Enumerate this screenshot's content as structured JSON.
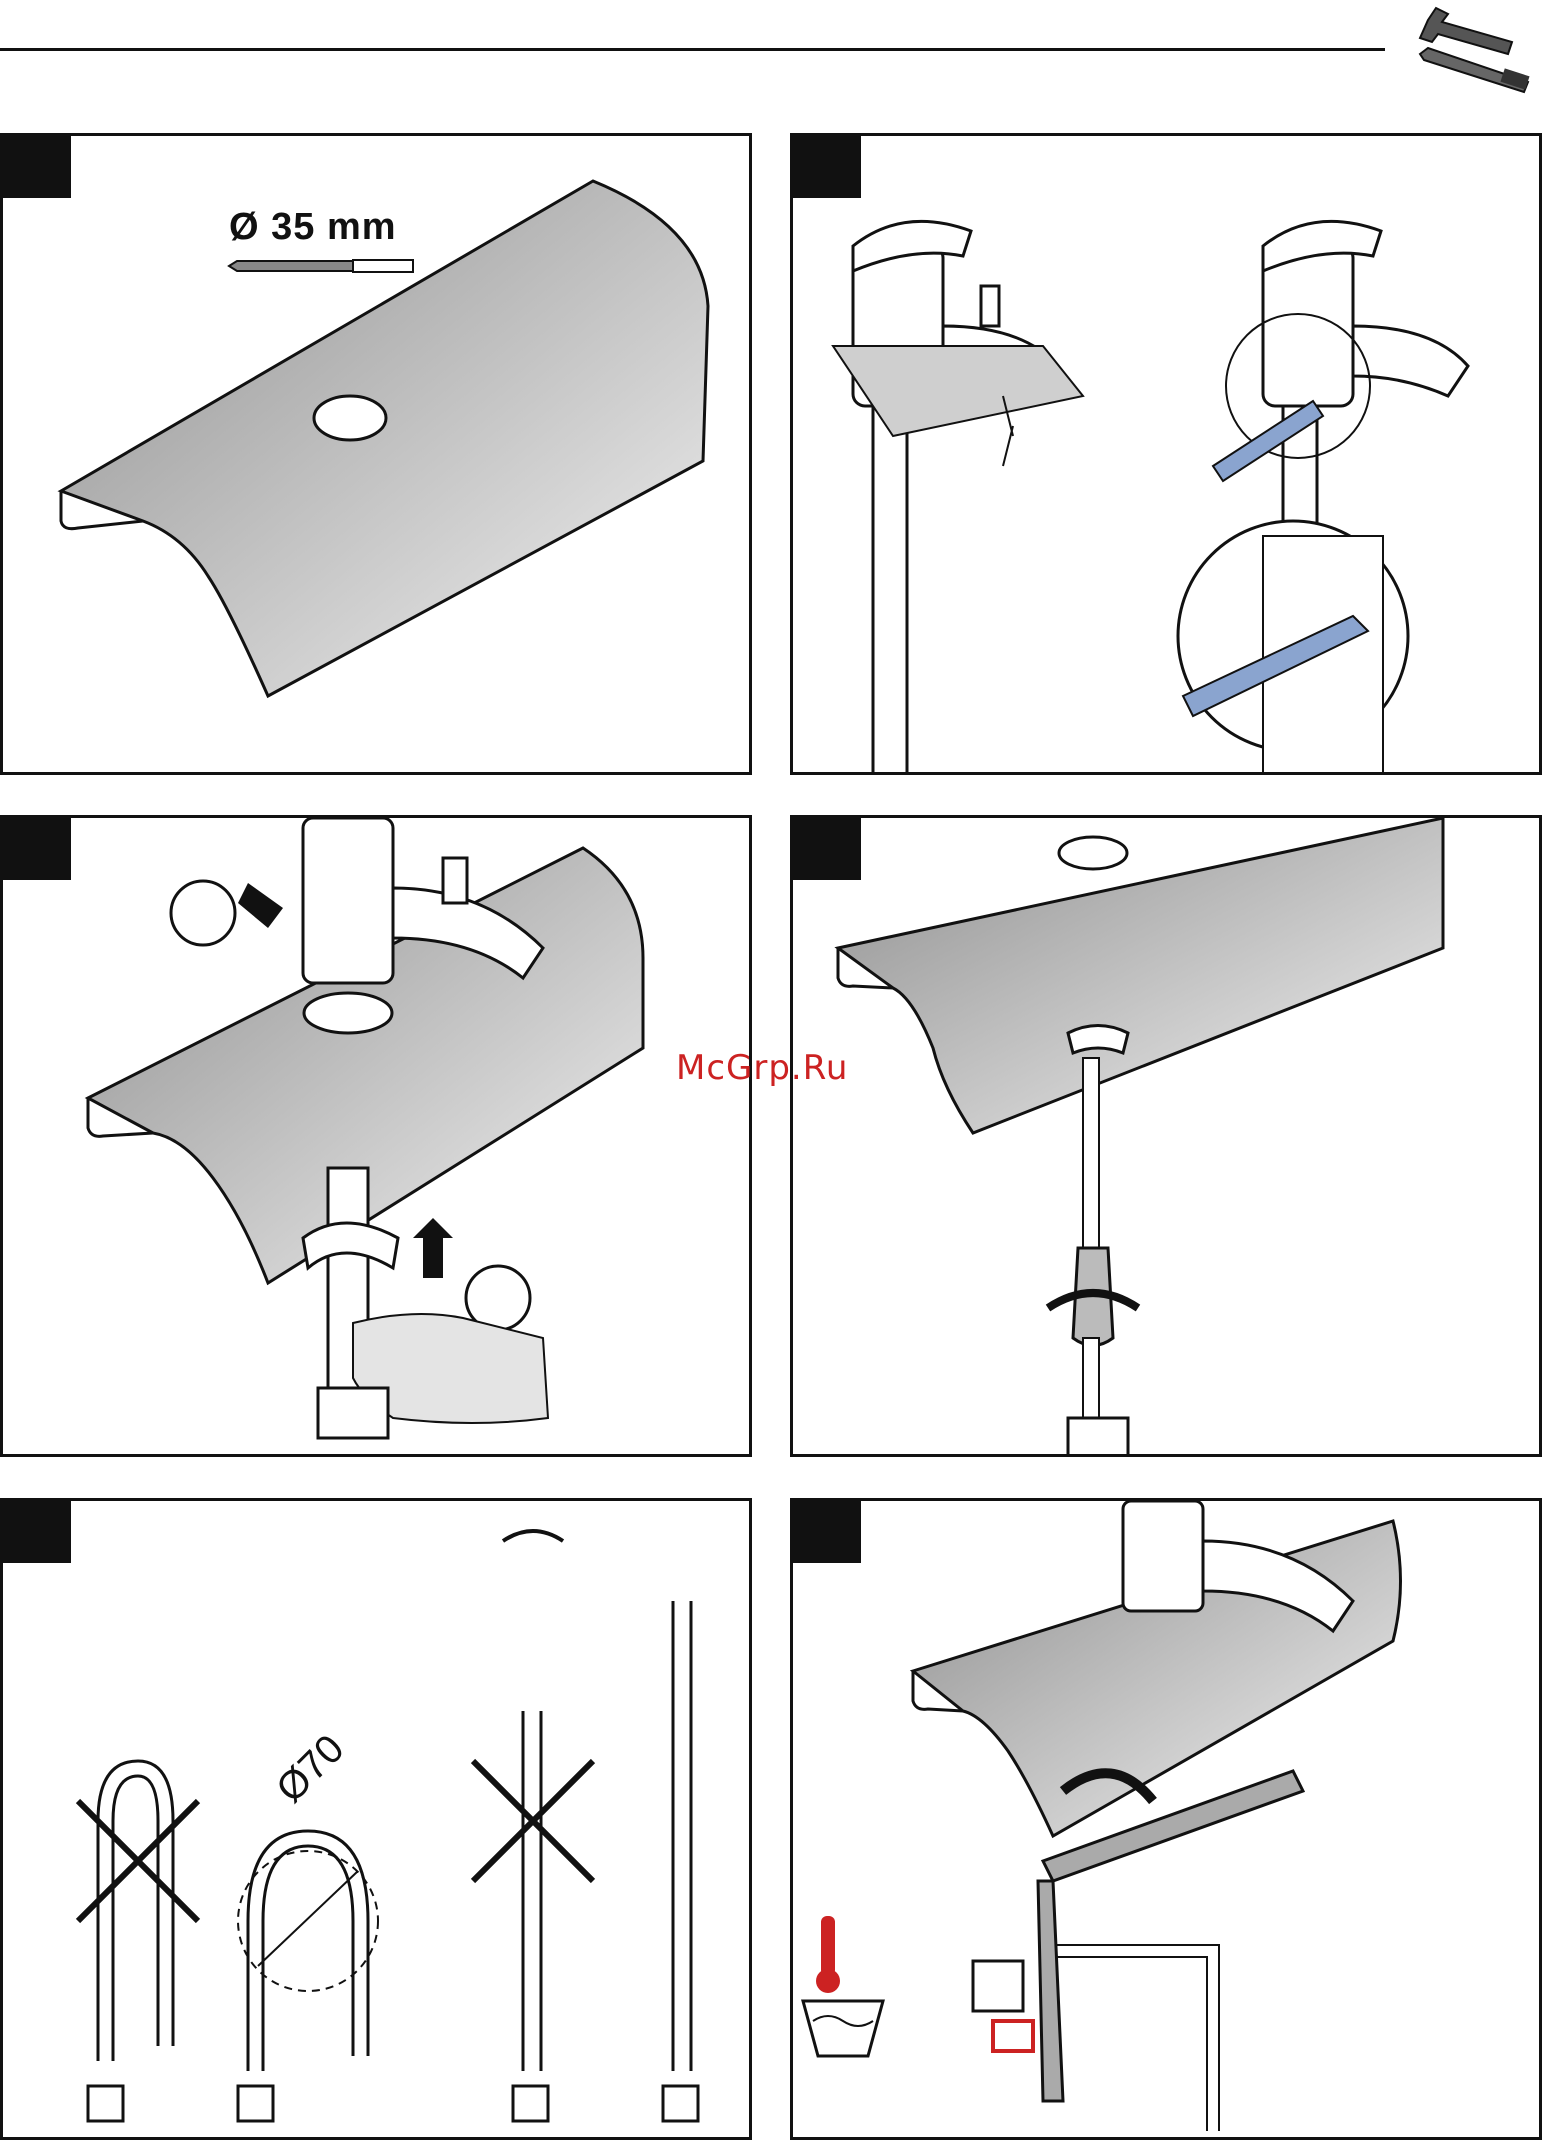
{
  "header": {
    "tools_icon": "wrench-screwdriver-icon"
  },
  "panels": [
    {
      "id": "drill-hole",
      "dimension_label": "Ø 35 mm",
      "icon": "drill-bit-icon"
    },
    {
      "id": "seal-check",
      "icon": "faucet-icon"
    },
    {
      "id": "insert-fix",
      "icon": "hand-icon"
    },
    {
      "id": "tighten-screwdriver",
      "icon": "screwdriver-icon"
    },
    {
      "id": "hose-bending",
      "bend_label": "Ø70",
      "icon": "hose-icon"
    },
    {
      "id": "connect-wrench",
      "icon": "wrench-icon",
      "hot_icon": "thermometer-hot-icon"
    }
  ],
  "watermark": "McGrp.Ru",
  "colors": {
    "line": "#111111",
    "sheet_dark": "#9a9a9a",
    "sheet_light": "#f2f2f2",
    "tape": "#8aa4cf",
    "hot": "#cc2222"
  }
}
